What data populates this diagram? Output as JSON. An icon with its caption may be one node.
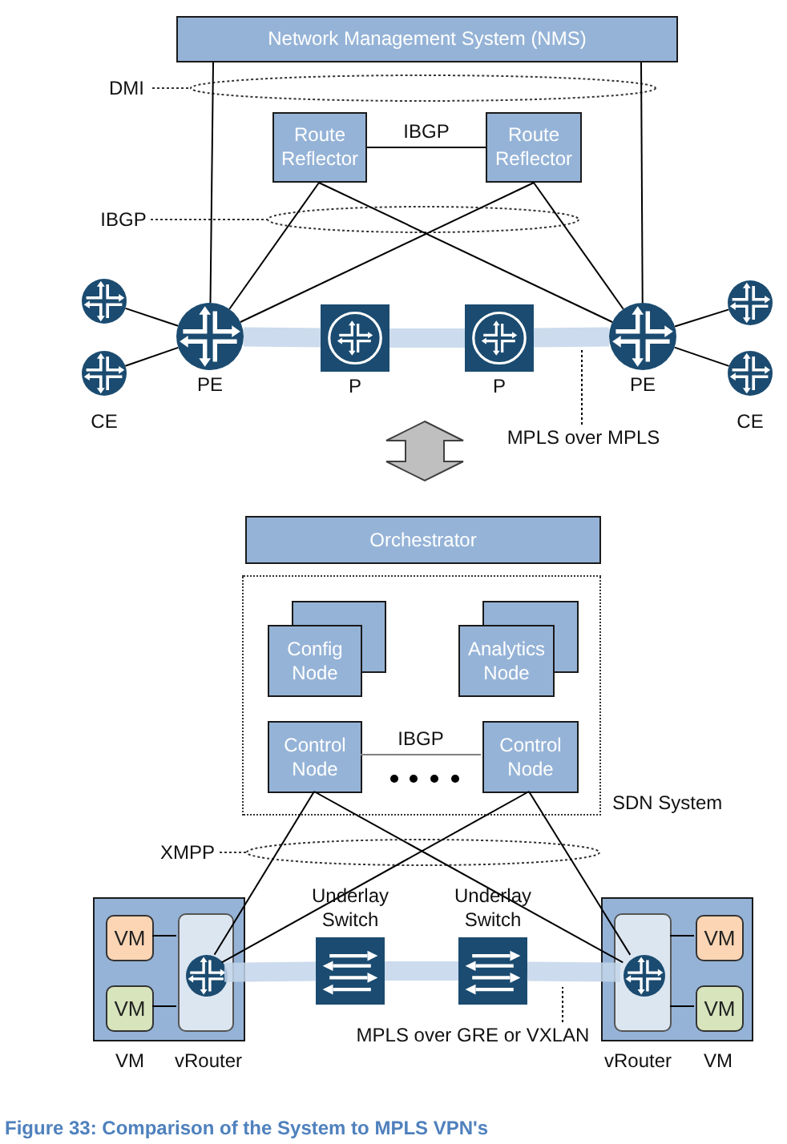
{
  "diagram": {
    "caption": "Figure 33: Comparison of the System to MPLS VPN's",
    "nodes": [
      {
        "text": [
          "Network Management System (NMS)"
        ]
      },
      {
        "text": [
          "Route Reflector"
        ]
      },
      {
        "text": [
          "Route Reflector"
        ]
      },
      {
        "text": [],
        "shape": "circle",
        "beside": [
          "PE"
        ]
      },
      {
        "text": [],
        "shape": "box",
        "beside": [
          "P"
        ]
      },
      {
        "text": [],
        "shape": "box",
        "beside": [
          "P"
        ]
      },
      {
        "text": [],
        "shape": "circle",
        "beside": [
          "PE"
        ]
      },
      {
        "text": [],
        "shape": "circle"
      },
      {
        "text": [],
        "shape": "circle",
        "beside": [
          "CE"
        ]
      },
      {
        "text": [],
        "shape": "circle"
      },
      {
        "text": [],
        "shape": "circle",
        "beside": [
          "CE"
        ]
      },
      {
        "text": [
          "MPLS over MPLS"
        ]
      },
      {
        "text": [
          "Orchestrator"
        ]
      },
      {
        "text": [
          "SDN System"
        ]
      },
      {
        "text": [
          "Config Node"
        ],
        "in": 13
      },
      {
        "text": [
          "Analytics Node"
        ],
        "in": 13
      },
      {
        "text": [
          "Control Node"
        ],
        "in": 13
      },
      {
        "text": [
          "Control Node"
        ],
        "in": 13
      },
      {
        "text": [],
        "shape": "box"
      },
      {
        "text": [
          "VM"
        ],
        "in": 18
      },
      {
        "text": [
          "VM"
        ],
        "in": 18
      },
      {
        "text": [],
        "shape": "box",
        "in": 18
      },
      {
        "text": [],
        "shape": "circle",
        "in": 21
      },
      {
        "text": [],
        "shape": "box",
        "beside": [
          "Underlay Switch"
        ]
      },
      {
        "text": [],
        "shape": "box",
        "beside": [
          "Underlay Switch"
        ]
      },
      {
        "text": [],
        "shape": "box"
      },
      {
        "text": [],
        "shape": "box",
        "in": 25
      },
      {
        "text": [],
        "shape": "circle",
        "in": 26
      },
      {
        "text": [
          "VM"
        ],
        "in": 25
      },
      {
        "text": [
          "VM"
        ],
        "in": 25
      },
      {
        "text": [
          "MPLS over GRE or VXLAN"
        ]
      }
    ],
    "edges": [
      {
        "from": 0,
        "to": 3,
        "arrow": "none"
      },
      {
        "from": 0,
        "to": 6,
        "arrow": "none"
      },
      {
        "from": 1,
        "to": 2,
        "arrow": "none",
        "label": "IBGP"
      },
      {
        "from": 1,
        "to": 3,
        "arrow": "none"
      },
      {
        "from": 1,
        "to": 6,
        "arrow": "none"
      },
      {
        "from": 2,
        "to": 3,
        "arrow": "none"
      },
      {
        "from": 2,
        "to": 6,
        "arrow": "none"
      },
      {
        "from": 7,
        "to": 3,
        "arrow": "none"
      },
      {
        "from": 8,
        "to": 3,
        "arrow": "none"
      },
      {
        "from": 9,
        "to": 6,
        "arrow": "none"
      },
      {
        "from": 10,
        "to": 6,
        "arrow": "none"
      },
      {
        "from": 3,
        "to": 4,
        "arrow": "none",
        "style": "thick",
        "color": "#c3d5ea"
      },
      {
        "from": 4,
        "to": 5,
        "arrow": "none",
        "style": "thick",
        "color": "#c3d5ea"
      },
      {
        "from": 5,
        "to": 6,
        "arrow": "none",
        "style": "thick",
        "color": "#c3d5ea"
      },
      {
        "from": 11,
        "to": null,
        "arrow": "none",
        "style": "dashed"
      },
      {
        "from": 16,
        "to": 17,
        "arrow": "none",
        "label": "IBGP",
        "color": "#808080"
      },
      {
        "from": 16,
        "to": 22,
        "arrow": "none"
      },
      {
        "from": 16,
        "to": 27,
        "arrow": "none"
      },
      {
        "from": 17,
        "to": 22,
        "arrow": "none"
      },
      {
        "from": 17,
        "to": 27,
        "arrow": "none"
      },
      {
        "from": 19,
        "to": 21,
        "arrow": "none"
      },
      {
        "from": 20,
        "to": 21,
        "arrow": "none"
      },
      {
        "from": 28,
        "to": 26,
        "arrow": "none"
      },
      {
        "from": 29,
        "to": 26,
        "arrow": "none"
      },
      {
        "from": 22,
        "to": 23,
        "arrow": "none",
        "style": "thick",
        "color": "#c3d5ea"
      },
      {
        "from": 23,
        "to": 24,
        "arrow": "none",
        "style": "thick",
        "color": "#c3d5ea"
      },
      {
        "from": 24,
        "to": 27,
        "arrow": "none",
        "style": "thick",
        "color": "#c3d5ea"
      },
      {
        "from": 30,
        "to": null,
        "arrow": "none",
        "style": "dashed"
      }
    ],
    "labels": [
      "DMI",
      "IBGP",
      "XMPP",
      "VM",
      "vRouter",
      "vRouter",
      "VM"
    ]
  }
}
